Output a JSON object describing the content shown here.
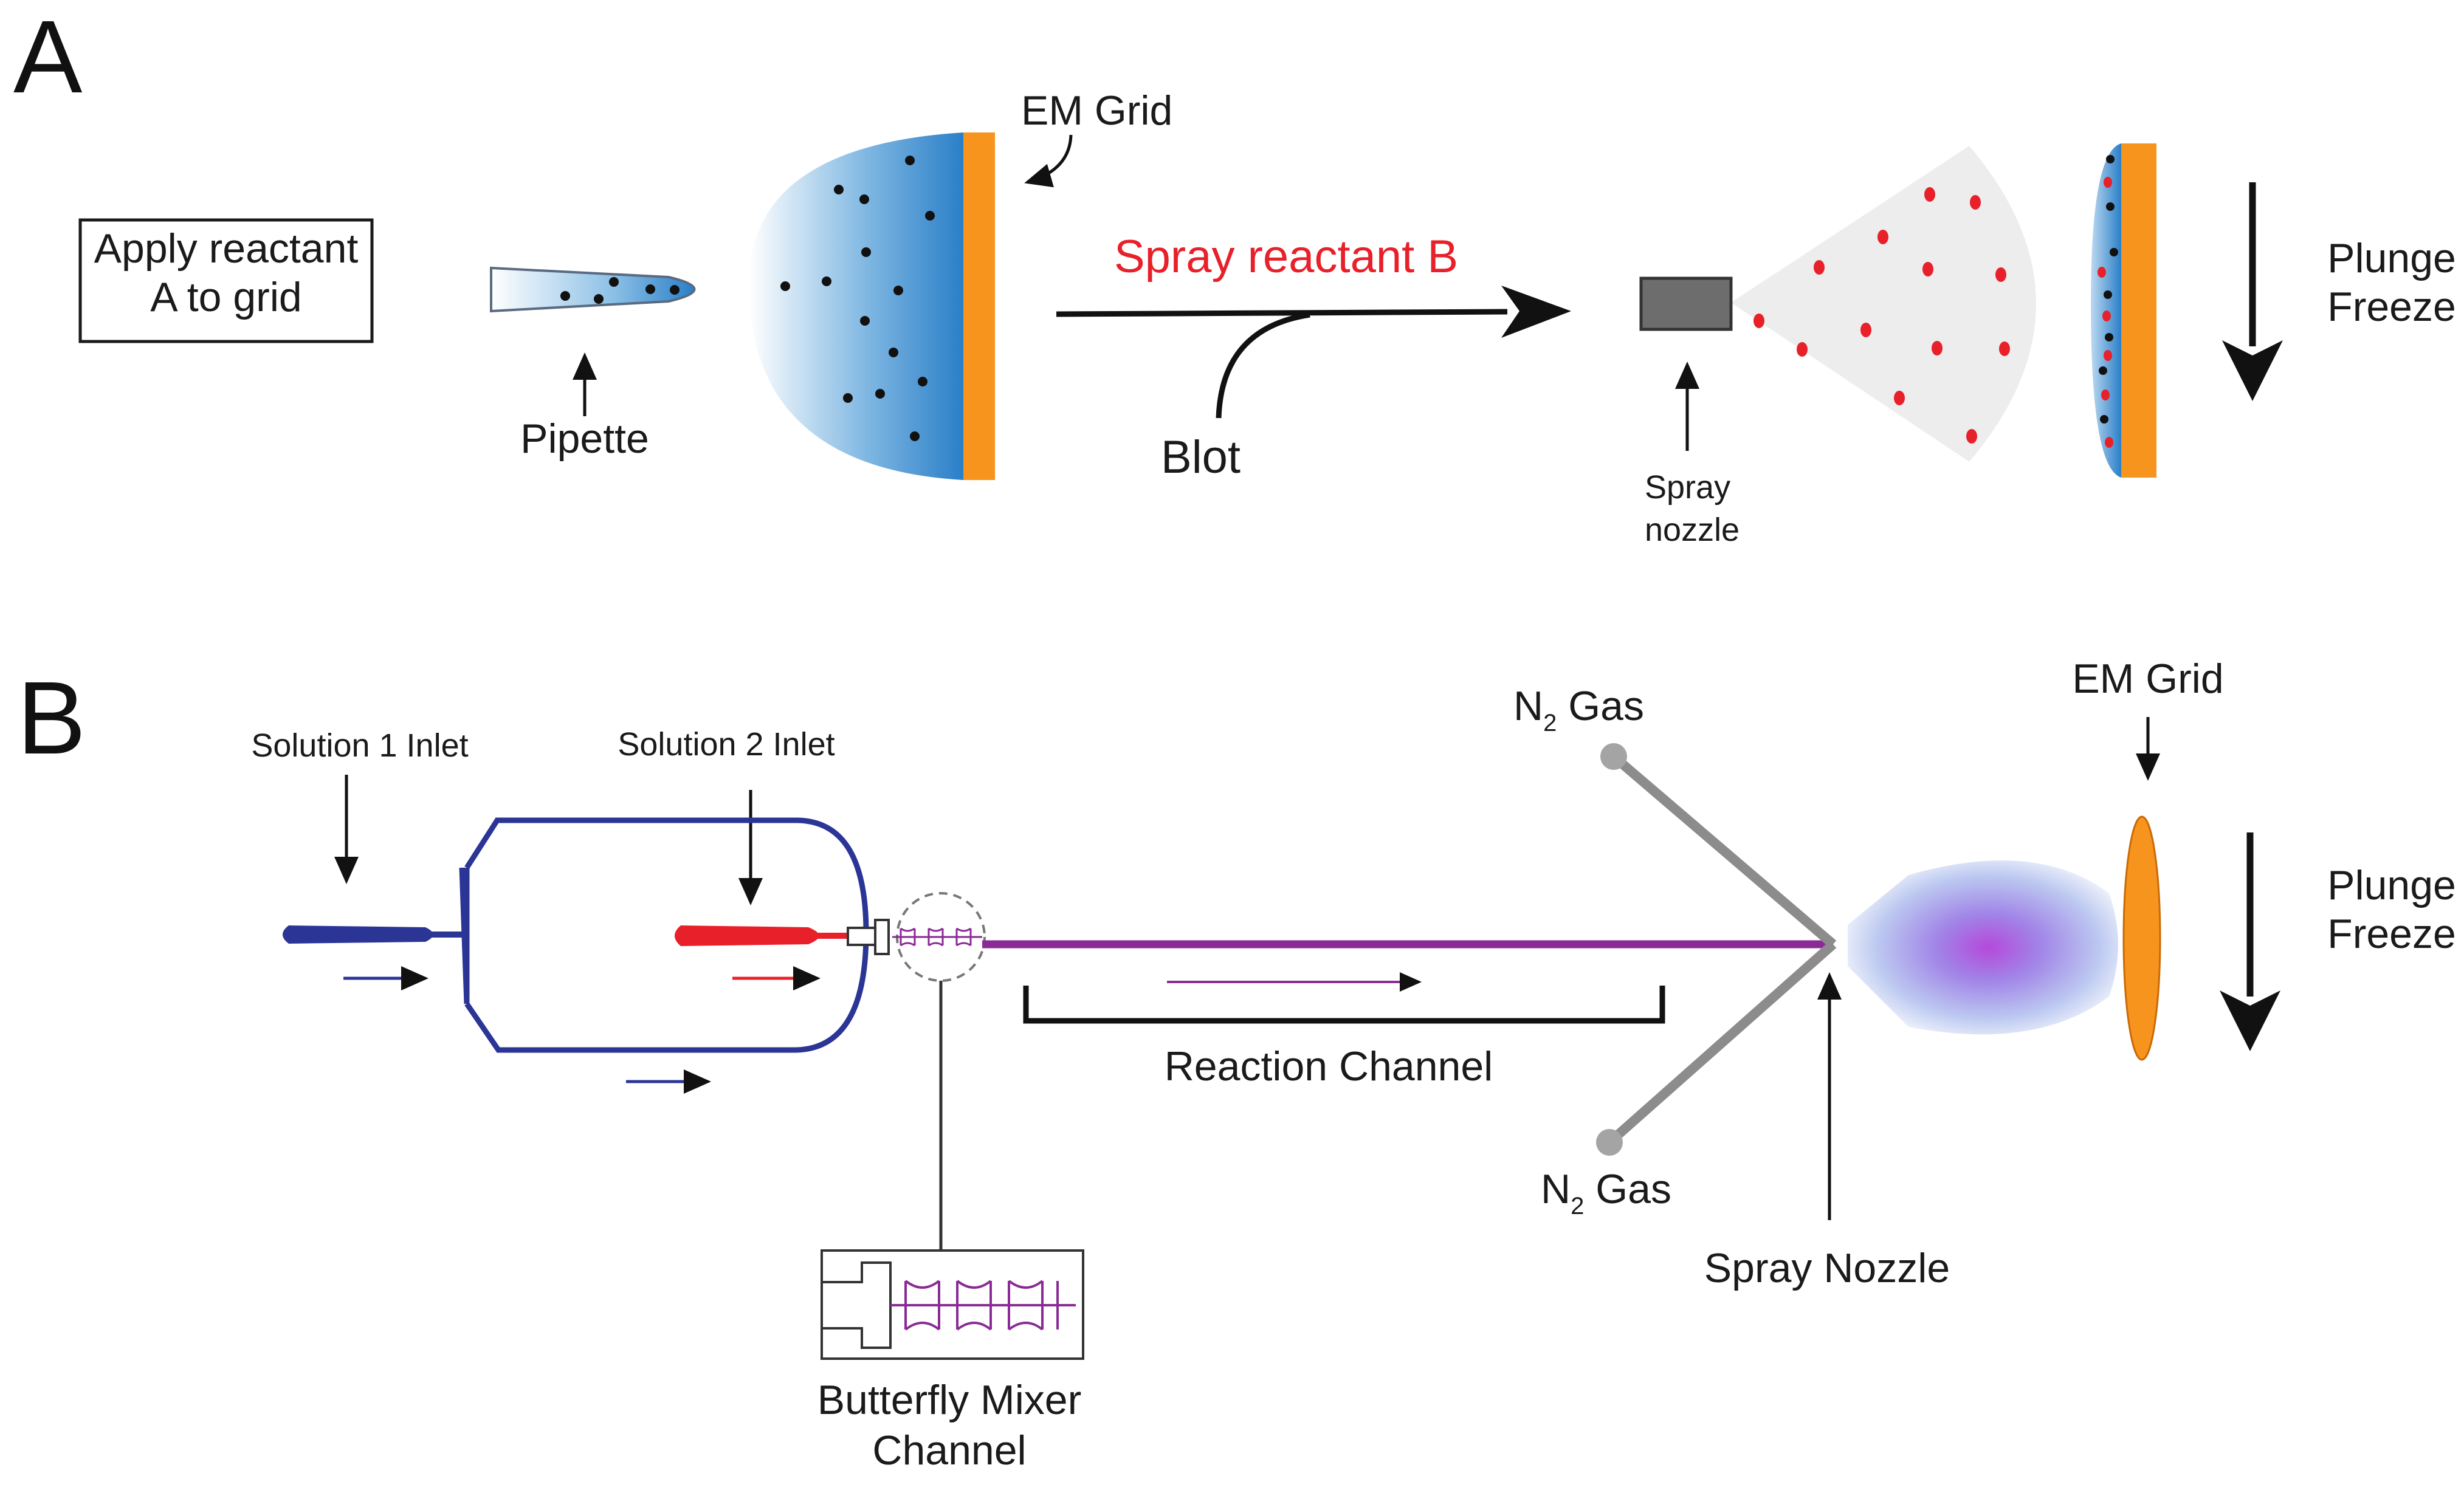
{
  "panel_a": {
    "letter": "A",
    "apply_box": [
      "Apply reactant",
      "A to grid"
    ],
    "pipette": "Pipette",
    "em_grid": "EM Grid",
    "spray_reactant": "Spray reactant B",
    "blot": "Blot",
    "spray_nozzle": [
      "Spray",
      "nozzle"
    ],
    "plunge": [
      "Plunge",
      "Freeze"
    ]
  },
  "panel_b": {
    "letter": "B",
    "solution1": "Solution 1 Inlet",
    "solution2": "Solution 2 Inlet",
    "n2_top": {
      "main": "N",
      "sub": "2",
      "rest": " Gas"
    },
    "n2_bottom": {
      "main": "N",
      "sub": "2",
      "rest": " Gas"
    },
    "em_grid": "EM Grid",
    "plunge": [
      "Plunge",
      "Freeze"
    ],
    "reaction_channel": "Reaction Channel",
    "spray_nozzle": "Spray Nozzle",
    "butterfly": [
      "Butterfly Mixer",
      "Channel"
    ]
  },
  "colors": {
    "accent_red": "#e8202a",
    "channel_blue": "#2b3596",
    "mixed_purple": "#8a2a96",
    "grid_orange": "#f7941d",
    "droplet_blue": "#2a7fc8",
    "nozzle_gray": "#8c8c8c"
  }
}
